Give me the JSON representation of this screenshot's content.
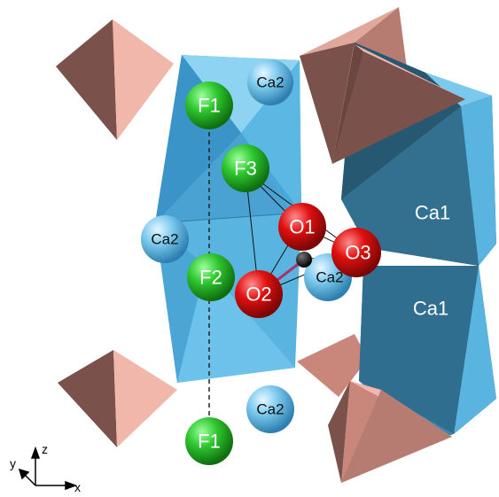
{
  "atoms": {
    "f1_top": "F1",
    "f3": "F3",
    "f2": "F2",
    "f1_bottom": "F1",
    "ca2_top": "Ca2",
    "ca2_left": "Ca2",
    "ca2_mid": "Ca2",
    "ca2_bottom": "Ca2",
    "o1": "O1",
    "o2": "O2",
    "o3": "O3"
  },
  "polyhedra": {
    "ca1_upper": "Ca1",
    "ca1_lower": "Ca1"
  },
  "axes": {
    "x": "x",
    "y": "y",
    "z": "z"
  },
  "colors": {
    "fluorine": "#2fc02f",
    "oxygen": "#e01010",
    "calcium": "#6fc6ee",
    "polyhedron_light": "#5ab4e0",
    "polyhedron_dark": "#2b5f7a",
    "tetrahedron_light": "#f1b7ab",
    "tetrahedron_dark": "#7a514b"
  }
}
